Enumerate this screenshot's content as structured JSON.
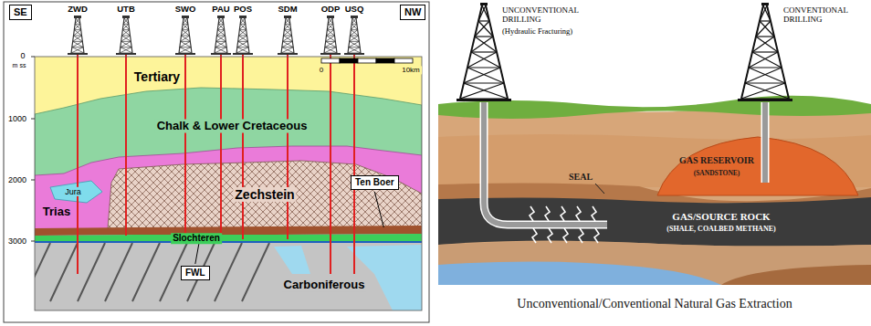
{
  "diagram": {
    "caption": "Unconventional/Conventional Natural Gas Extraction",
    "nodes": [
      {
        "text": [
          "SE"
        ]
      },
      {
        "text": [
          "NW"
        ]
      },
      {
        "text": [
          "Ten Boer"
        ]
      },
      {
        "text": [
          "FWL"
        ]
      }
    ],
    "labels": [
      "ZWD",
      "UTB",
      "SWO",
      "PAU",
      "POS",
      "SDM",
      "ODP",
      "USQ",
      "0",
      "m ss",
      "1000",
      "2000",
      "3000",
      "0",
      "10km",
      "Tertiary",
      "Chalk & Lower Cretaceous",
      "Jura",
      "Trias",
      "Zechstein",
      "Slochteren",
      "Carboniferous",
      "UNCONVENTIONAL DRILLING",
      "(Hydraulic Fracturing)",
      "CONVENTIONAL DRILLING",
      "GAS RESERVOIR",
      "(SANDSTONE)",
      "SEAL",
      "GAS/SOURCE ROCK",
      "(SHALE, COALBED METHANE)"
    ]
  }
}
